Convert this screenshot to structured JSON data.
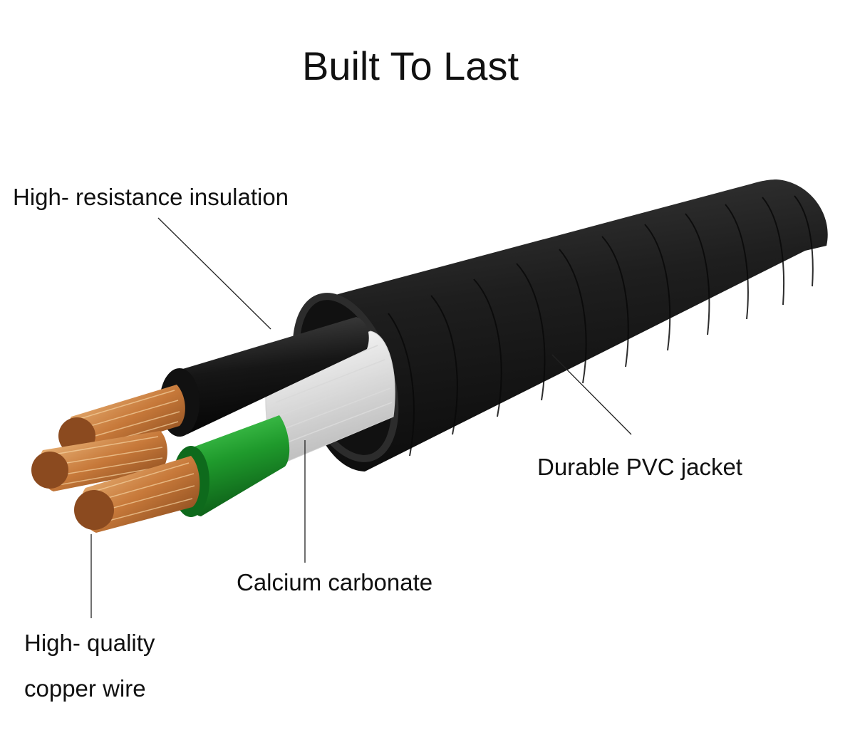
{
  "title": "Built To Last",
  "labels": {
    "insulation": "High- resistance insulation",
    "jacket": "Durable PVC jacket",
    "calcium": "Calcium carbonate",
    "copper_line1": "High- quality",
    "copper_line2": "copper wire"
  },
  "colors": {
    "jacket": "#1d1d1d",
    "green_insulation": "#1f9a2c",
    "black_insulation": "#161616",
    "filler": "#eeeeee",
    "copper": "#c7793a"
  }
}
